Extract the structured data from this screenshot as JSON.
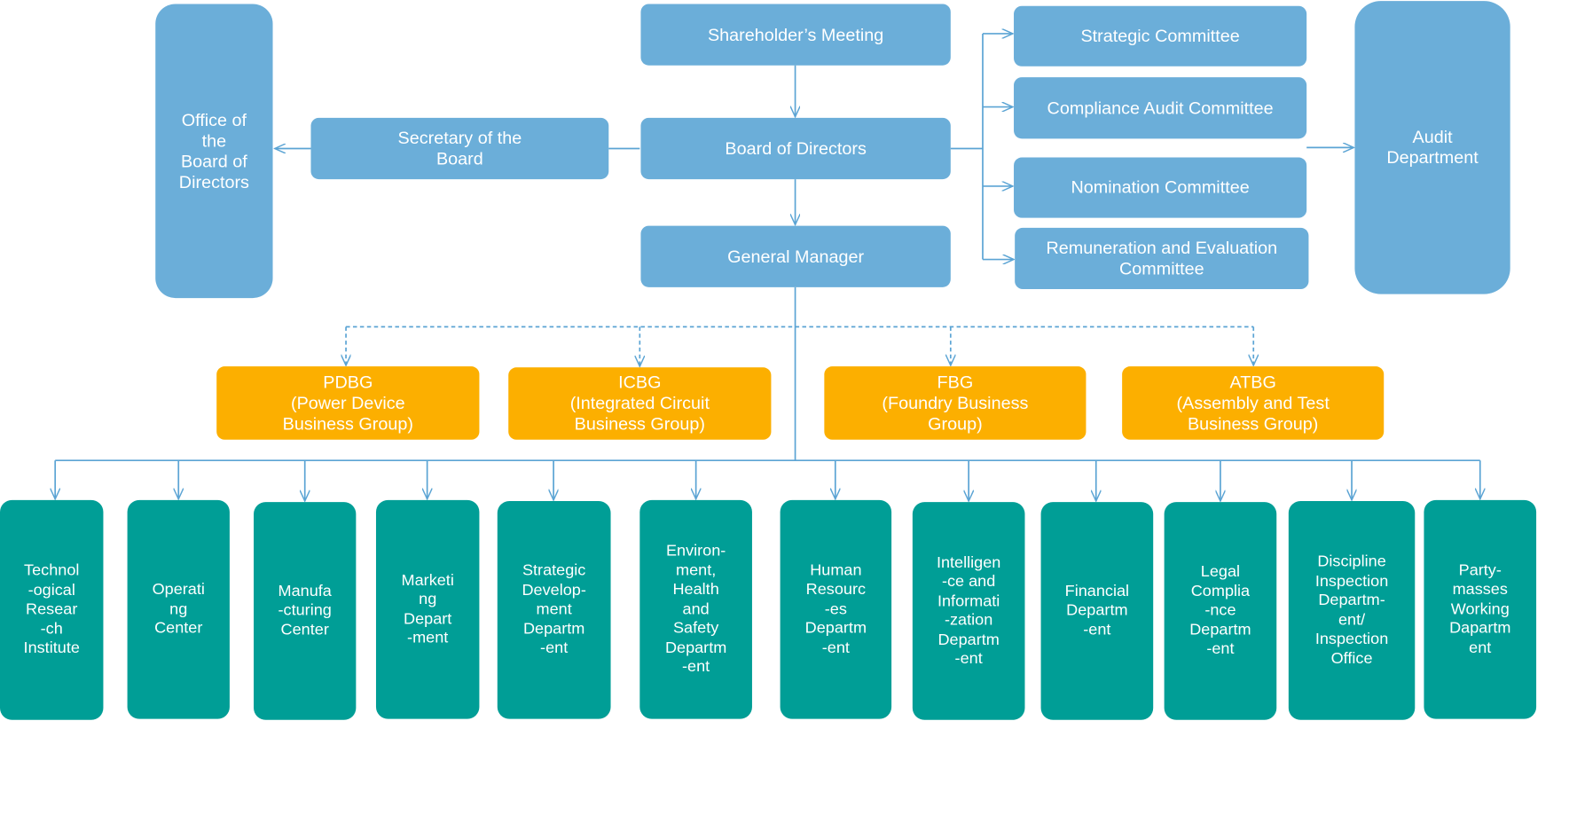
{
  "top": {
    "shareholders": "Shareholder’s  Meeting",
    "board": "Board of Directors",
    "general_manager": "General Manager",
    "secretary": "Secretary of the\nBoard",
    "office_board": "Office of\nthe\nBoard of\nDirectors",
    "audit_department": "Audit\nDepartment"
  },
  "committees": [
    "Strategic Committee",
    "Compliance  Audit Committee",
    "Nomination  Committee",
    "Remuneration  and Evaluation\nCommittee"
  ],
  "business_groups": [
    "PDBG\n(Power Device\nBusiness  Group)",
    "ICBG\n(Integrated Circuit\nBusiness Group)",
    "FBG\n(Foundry  Business\nGroup)",
    "ATBG\n(Assembly and Test\nBusiness  Group)"
  ],
  "departments": [
    "Technol\n-ogical\nResear\n-ch\nInstitute",
    "Operati\nng\nCenter",
    "Manufa\n-cturing\nCenter",
    "Marketi\nng\nDepart\n-ment",
    "Strategic\nDevelop-\nment\nDepartm\n-ent",
    "Environ-\nment,\nHealth\nand\nSafety\nDepartm\n-ent",
    "Human\nResourc\n-es\nDepartm\n-ent",
    "Intelligen\n-ce and\nInformati\n-zation\nDepartm\n-ent",
    "Financial\nDepartm\n-ent",
    "Legal\nComplia\n-nce\nDepartm\n-ent",
    "Discipline\nInspection\nDepartm-\nent/\nInspection\nOffice",
    "Party-\nmasses\nWorking\nDapartm\nent"
  ],
  "colors": {
    "leadership": "#6baed9",
    "business_group": "#fcaf00",
    "department": "#009e96",
    "connector": "#5ba4d4"
  }
}
